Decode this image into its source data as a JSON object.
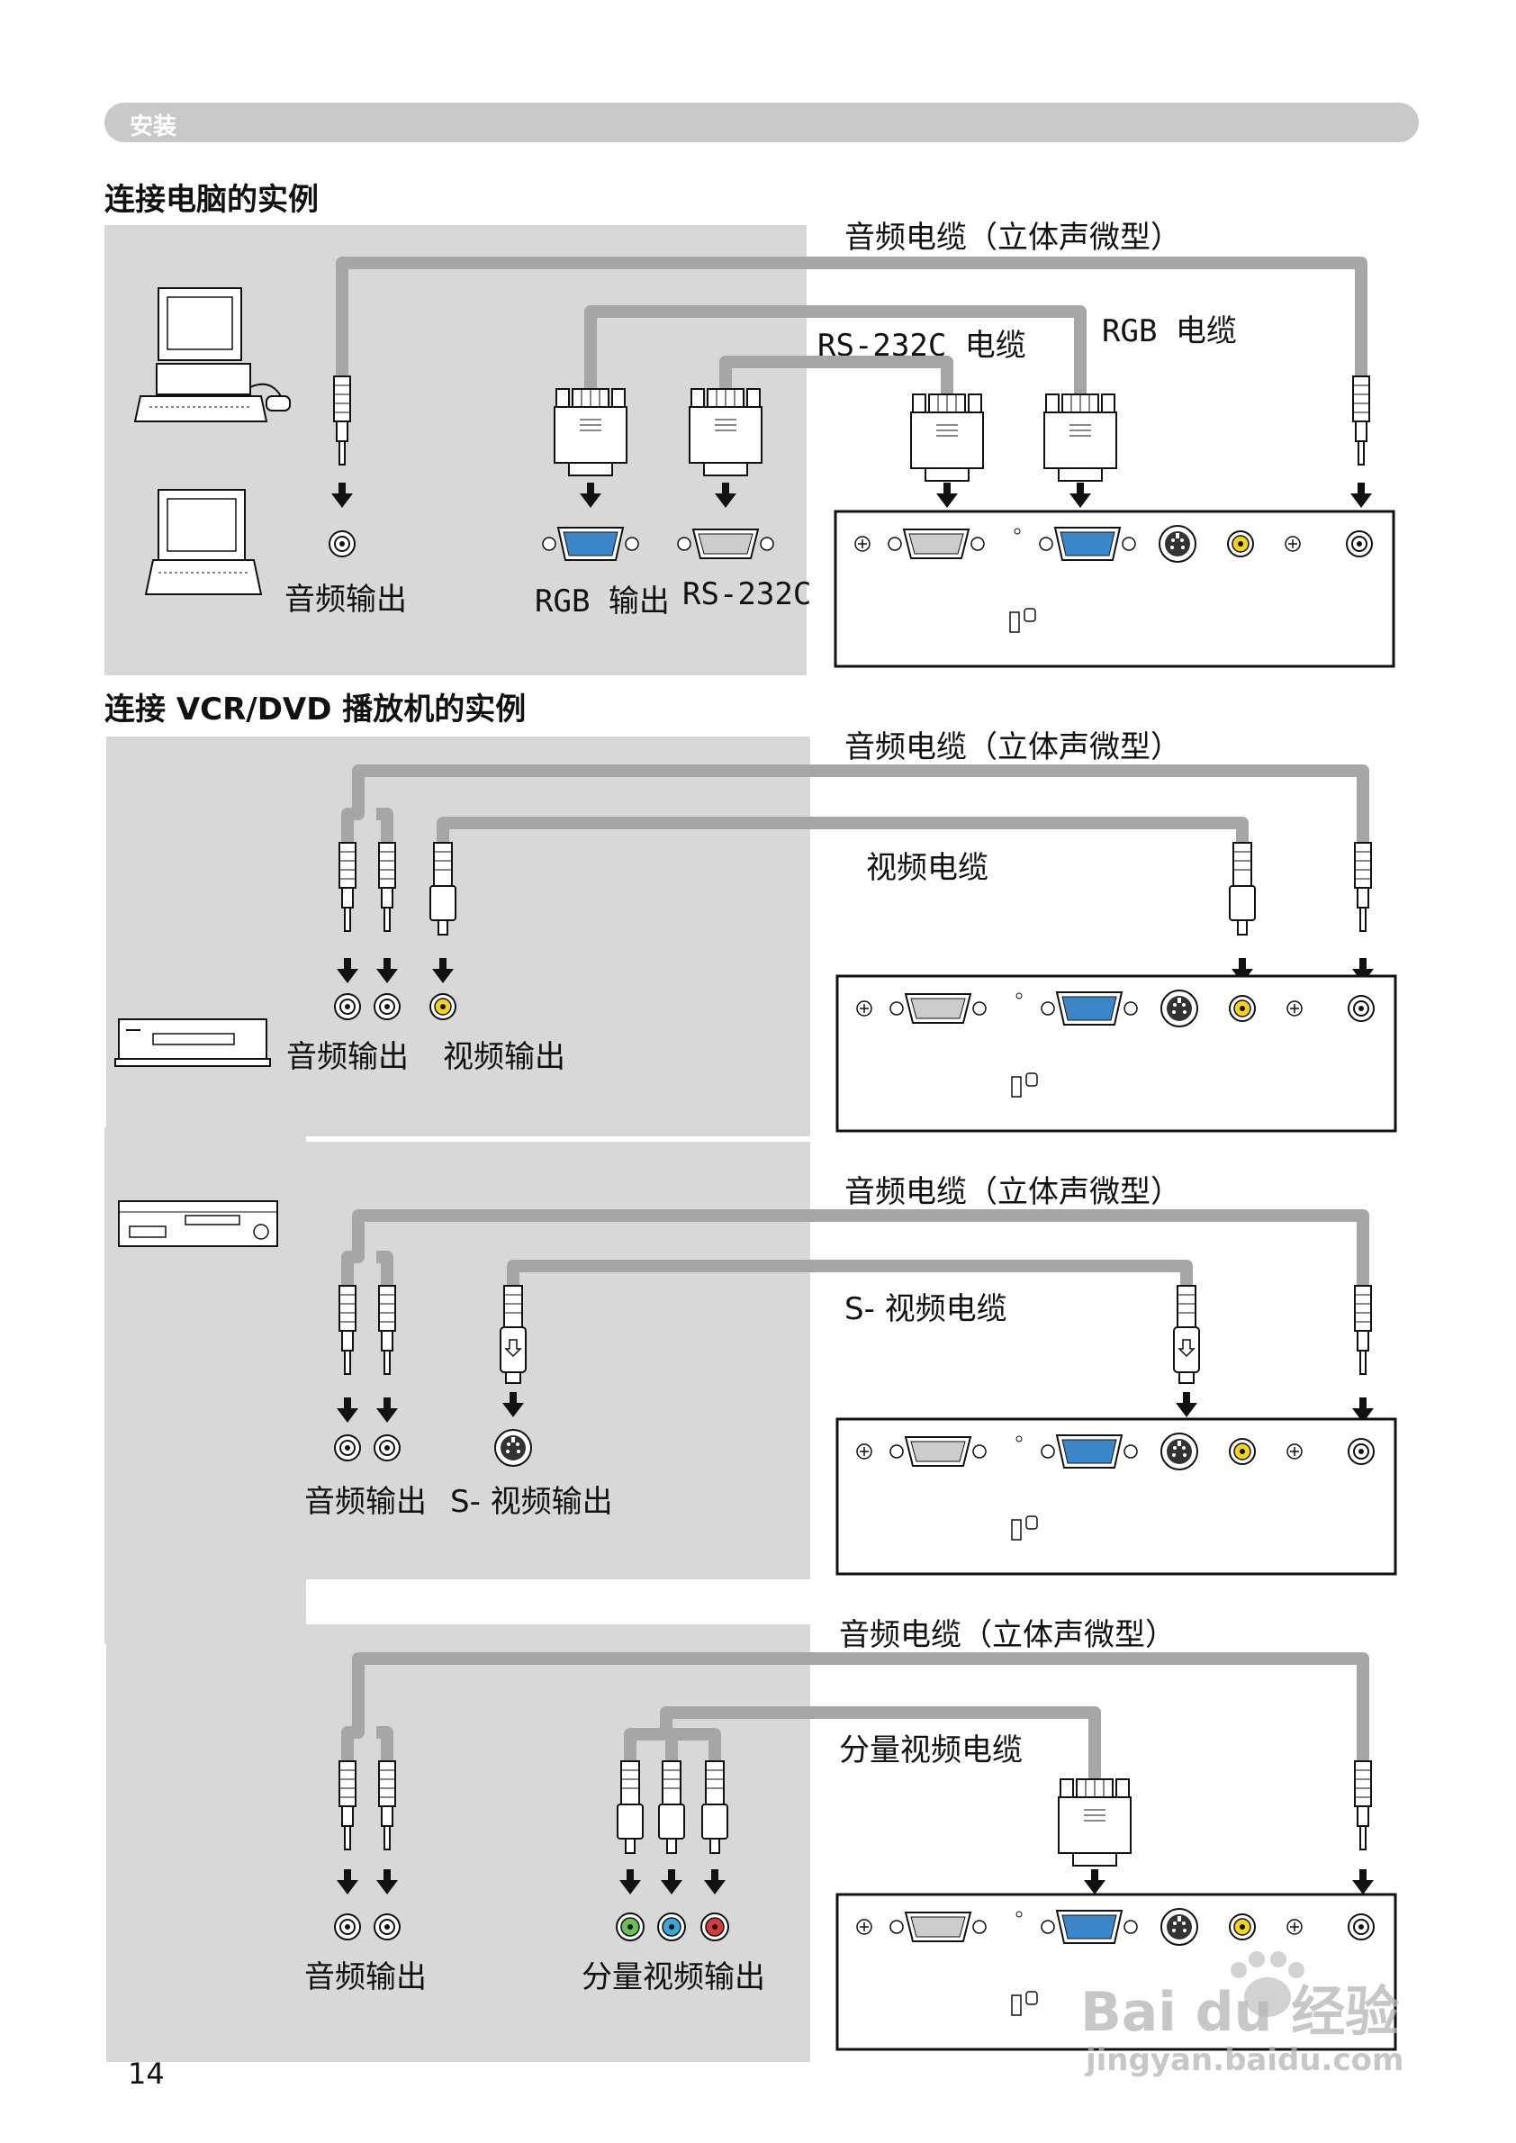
{
  "header": {
    "section": "安装"
  },
  "sections": {
    "computer": {
      "title": "连接电脑的实例",
      "cable_audio": "音频电缆（立体声微型）",
      "cable_rgb": "RGB 电缆",
      "cable_rs232c": "RS-232C 电缆",
      "out_audio": "音频输出",
      "out_rgb": "RGB 输出",
      "out_rs232c": "RS-232C"
    },
    "vcr_dvd": {
      "title": "连接 VCR/DVD 播放机的实例",
      "video": {
        "cable_audio": "音频电缆（立体声微型）",
        "cable_video": "视频电缆",
        "out_audio": "音频输出",
        "out_video": "视频输出"
      },
      "svideo": {
        "cable_audio": "音频电缆（立体声微型）",
        "cable_svideo": "S- 视频电缆",
        "out_audio": "音频输出",
        "out_svideo": "S- 视频输出"
      },
      "component": {
        "cable_audio": "音频电缆（立体声微型）",
        "cable_component": "分量视频电缆",
        "out_audio": "音频输出",
        "out_component": "分量视频输出"
      }
    }
  },
  "page_number": "14",
  "watermark": {
    "logo": "Bai du 经验",
    "url": "jingyan.baidu.com"
  },
  "colors": {
    "panel": "#d8d8d8",
    "cable": "#a6a6a6",
    "vga_blue": "#3a86c8",
    "yellow": "#f3d21a",
    "green": "#6bbf59",
    "blue": "#3aa7d8",
    "red": "#d83a3a"
  }
}
